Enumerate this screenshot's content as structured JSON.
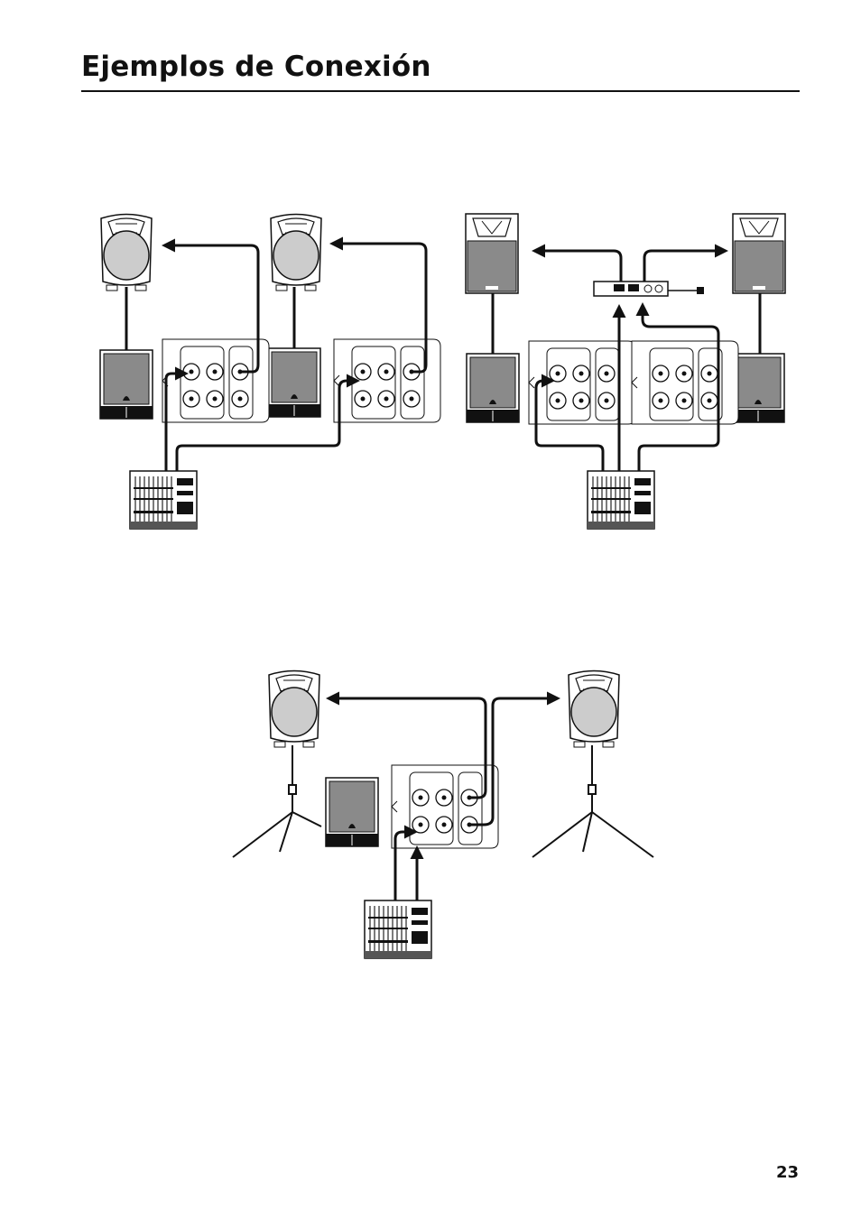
{
  "page": {
    "title": "Ejemplos de Conexión",
    "page_number": "23"
  },
  "diagrams": [
    {
      "name": "full-range-plus-subwoofer-setup"
    },
    {
      "name": "monitor-plus-subwoofer-with-amplifier-setup"
    },
    {
      "name": "tripod-speakers-with-single-subwoofer-setup"
    }
  ]
}
